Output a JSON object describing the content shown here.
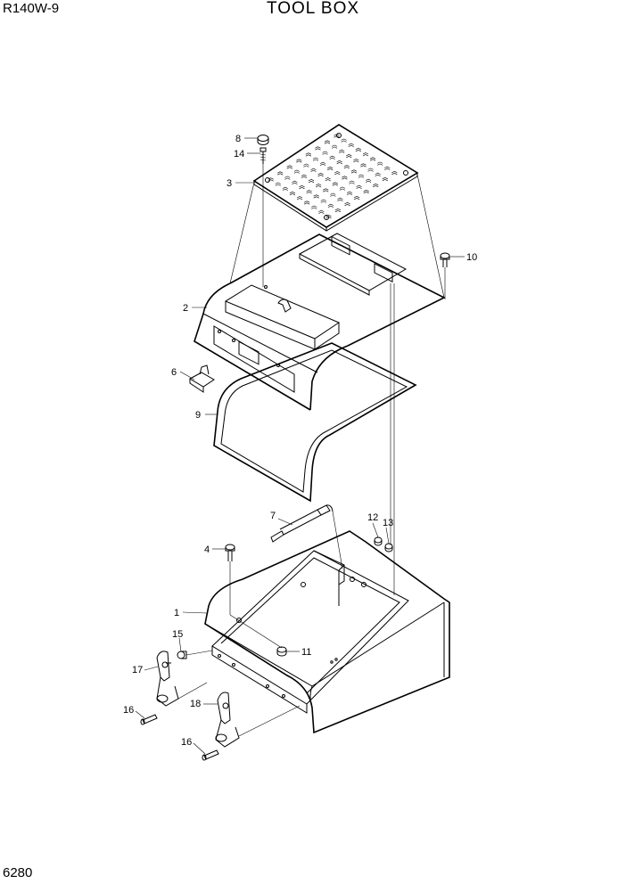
{
  "header": {
    "model": "R140W-9",
    "title": "TOOL BOX"
  },
  "footer": {
    "page": "6280"
  },
  "callouts": [
    {
      "id": "c8",
      "label": "8"
    },
    {
      "id": "c14",
      "label": "14"
    },
    {
      "id": "c3",
      "label": "3"
    },
    {
      "id": "c10",
      "label": "10"
    },
    {
      "id": "c2",
      "label": "2"
    },
    {
      "id": "c6",
      "label": "6"
    },
    {
      "id": "c9",
      "label": "9"
    },
    {
      "id": "c7",
      "label": "7"
    },
    {
      "id": "c12",
      "label": "12"
    },
    {
      "id": "c13",
      "label": "13"
    },
    {
      "id": "c4",
      "label": "4"
    },
    {
      "id": "c1",
      "label": "1"
    },
    {
      "id": "c11",
      "label": "11"
    },
    {
      "id": "c15",
      "label": "15"
    },
    {
      "id": "c17",
      "label": "17"
    },
    {
      "id": "c18",
      "label": "18"
    },
    {
      "id": "c16a",
      "label": "16"
    },
    {
      "id": "c16b",
      "label": "16"
    }
  ]
}
